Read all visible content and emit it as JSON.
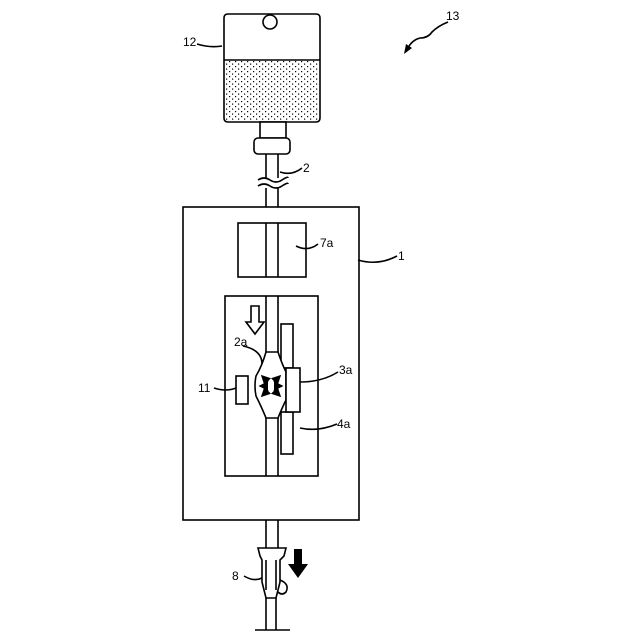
{
  "labels": {
    "system": "13",
    "bag": "12",
    "tube": "2",
    "sensor_block": "7a",
    "device": "1",
    "deformed_section": "2a",
    "pressing_member": "3a",
    "detector": "11",
    "pump_unit": "4a",
    "clamp": "8"
  },
  "colors": {
    "ink": "#000000",
    "background": "#ffffff"
  }
}
